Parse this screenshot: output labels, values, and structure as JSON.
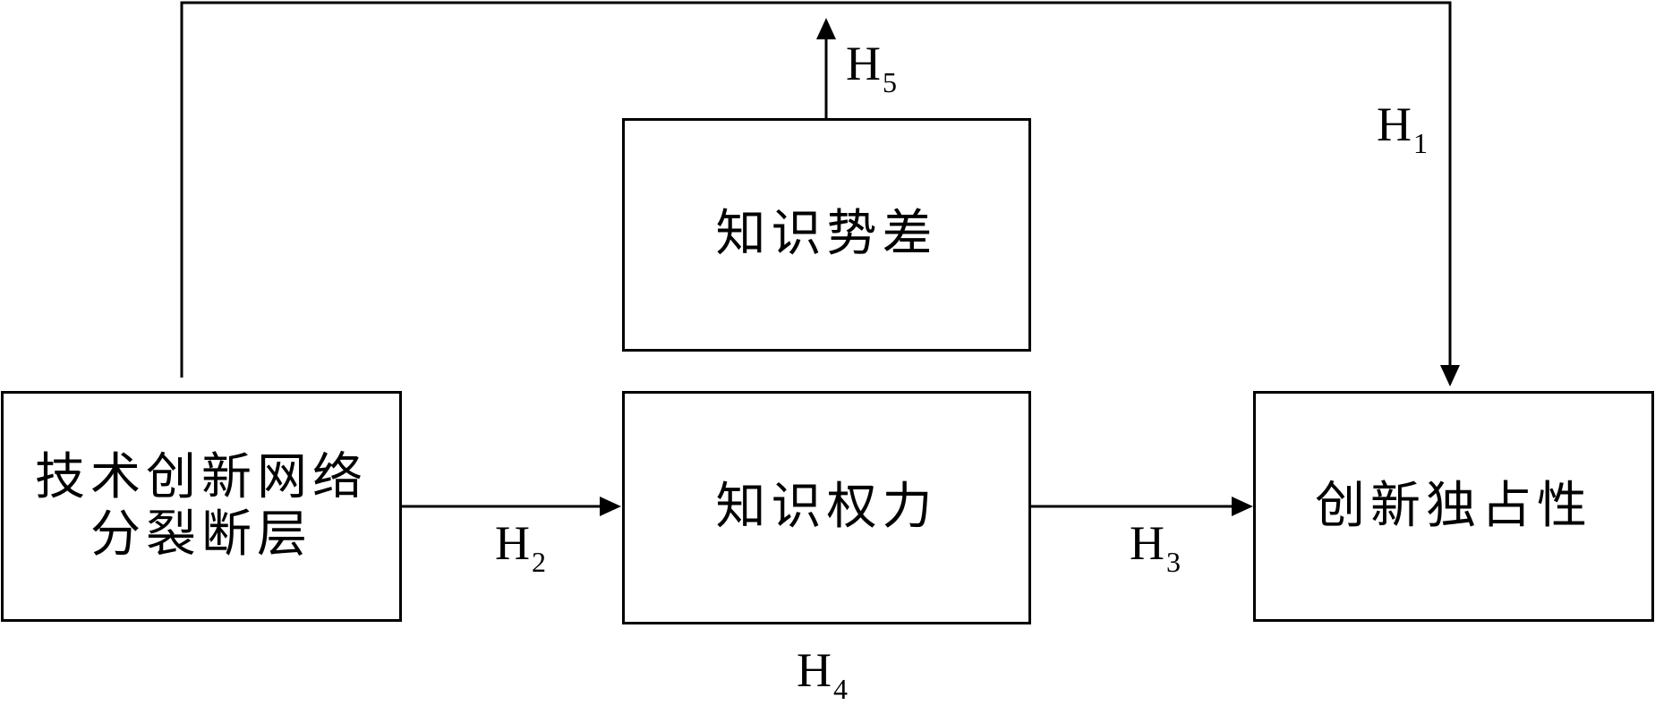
{
  "nodes": {
    "fault": {
      "line1": "技术创新网络",
      "line2": "分裂断层"
    },
    "gap": {
      "label": "知识势差"
    },
    "power": {
      "label": "知识权力"
    },
    "exclusivity": {
      "label": "创新独占性"
    }
  },
  "hypotheses": {
    "h1": {
      "main": "H",
      "sub": "1"
    },
    "h2": {
      "main": "H",
      "sub": "2"
    },
    "h3": {
      "main": "H",
      "sub": "3"
    },
    "h4": {
      "main": "H",
      "sub": "4"
    },
    "h5": {
      "main": "H",
      "sub": "5"
    }
  },
  "colors": {
    "stroke": "#000000",
    "background": "#ffffff"
  }
}
